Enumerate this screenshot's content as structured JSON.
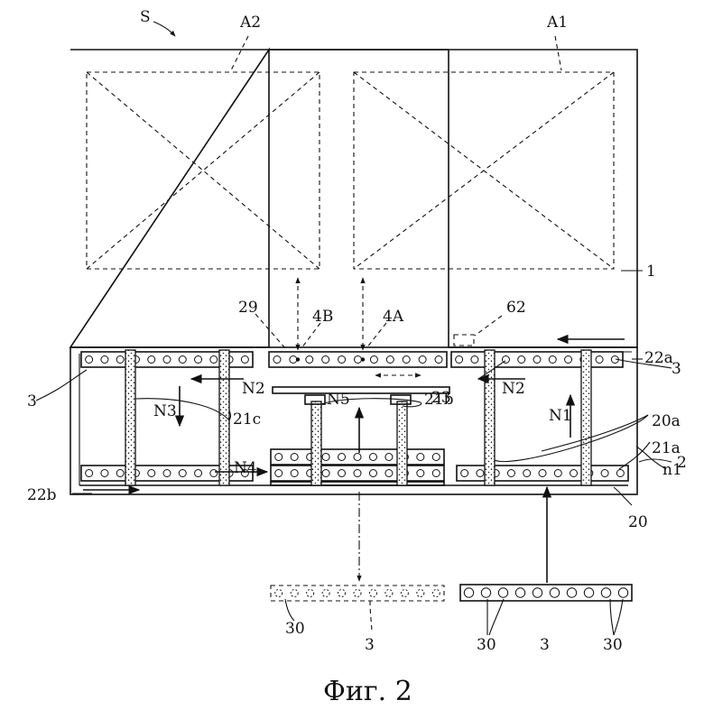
{
  "labels": {
    "S": "S",
    "A1": "A1",
    "A2": "A2",
    "one": "1",
    "two": "2",
    "three_left": "3",
    "three_right": "3",
    "three_bottom_left": "3",
    "three_bottom_right": "3",
    "n29": "29",
    "n4A": "4A",
    "n4B": "4B",
    "n62": "62",
    "n22a": "22a",
    "n22b": "22b",
    "N1": "N1",
    "N2_left": "N2",
    "N2_right": "N2",
    "N3": "N3",
    "N4": "N4",
    "N5": "N5",
    "n21a": "21a",
    "n21b": "21b",
    "n21c": "21c",
    "n20": "20",
    "n20a": "20a",
    "n23": "23",
    "n1lower": "n1",
    "n30_left": "30",
    "n30_mid": "30",
    "n30_right": "30"
  },
  "caption": "Фиг. 2"
}
